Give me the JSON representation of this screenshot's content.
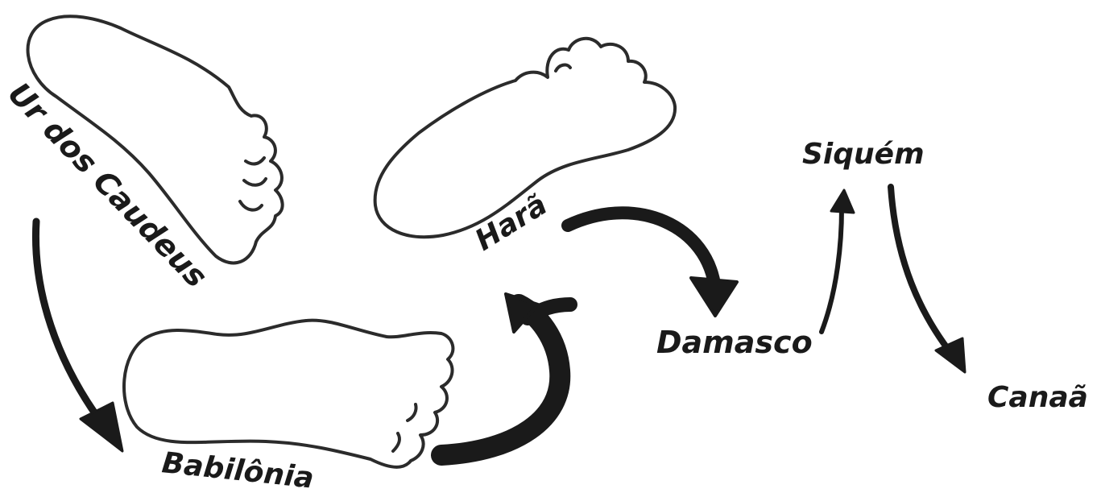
{
  "title": "",
  "places": {
    "ur": "Ur dos Caudeus",
    "babilonia": "Babilônia",
    "hara": "Harã",
    "damasco": "Damasco",
    "siquem": "Siquém",
    "canaa": "Canaã"
  },
  "colors": {
    "ink": "#1a1a1a",
    "outline": "#2b2b2b",
    "background": "#ffffff"
  },
  "route_order": [
    "ur",
    "babilonia",
    "hara",
    "damasco",
    "siquem",
    "canaa"
  ]
}
